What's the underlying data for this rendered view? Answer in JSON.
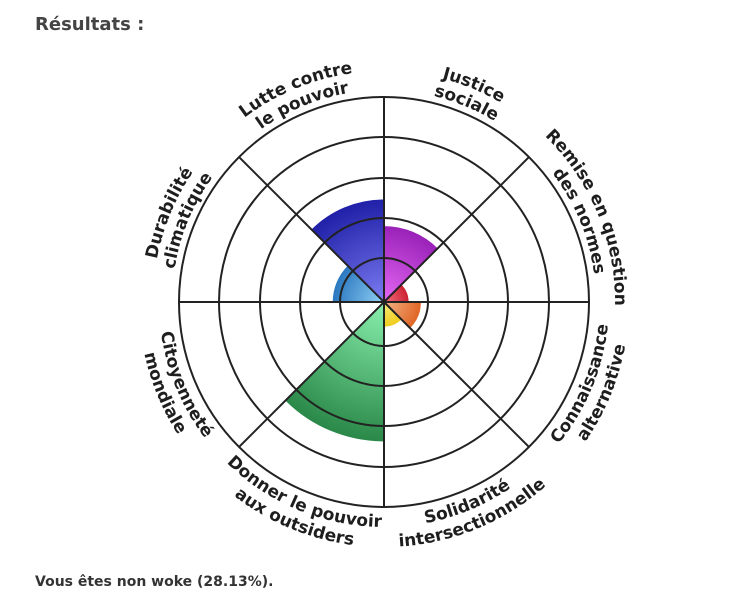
{
  "header": {
    "title": "Résultats :"
  },
  "result_text": "Vous êtes non woke (28.13%).",
  "chart_data": {
    "type": "polar-area",
    "title": "Résultats",
    "max": 100,
    "rings": [
      20,
      40,
      60,
      80,
      100
    ],
    "categories": [
      {
        "lines": [
          "Justice",
          "sociale"
        ],
        "value": 37,
        "color_outer": "#9a22b8",
        "color_inner": "#e468f4"
      },
      {
        "lines": [
          "Remise en question",
          "des normes"
        ],
        "value": 12,
        "color_outer": "#cc2233",
        "color_inner": "#f27080"
      },
      {
        "lines": [
          "Connaissance",
          "alternative"
        ],
        "value": 18,
        "color_outer": "#e06626",
        "color_inner": "#f2b488"
      },
      {
        "lines": [
          "Solidarité",
          "intersectionnelle"
        ],
        "value": 12,
        "color_outer": "#f0cc1c",
        "color_inner": "#faec80"
      },
      {
        "lines": [
          "Donner le pouvoir",
          "aux outsiders"
        ],
        "value": 68,
        "color_outer": "#2a8848",
        "color_inner": "#8af0ae"
      },
      {
        "lines": [
          "Citoyenneté",
          "mondiale"
        ],
        "value": 0,
        "color_outer": "#20a0a0",
        "color_inner": "#80e0e0"
      },
      {
        "lines": [
          "Durabilité",
          "climatique"
        ],
        "value": 25,
        "color_outer": "#2a78c0",
        "color_inner": "#90d0f4"
      },
      {
        "lines": [
          "Lutte contre",
          "le pouvoir"
        ],
        "value": 50,
        "color_outer": "#2020a8",
        "color_inner": "#7c7cf2"
      }
    ]
  }
}
